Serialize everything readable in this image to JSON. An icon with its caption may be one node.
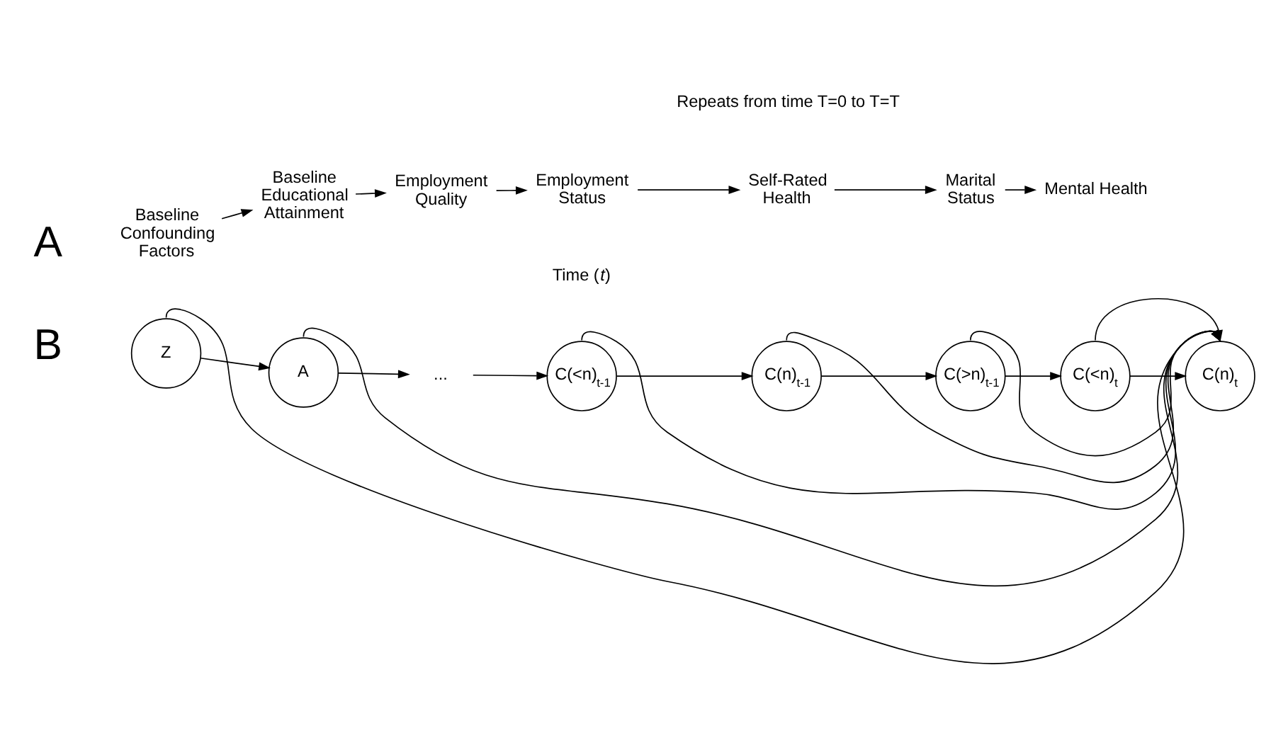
{
  "diagram": {
    "nodes": [
      {
        "text": [
          "Baseline Confounding Factors"
        ]
      },
      {
        "text": [
          "Baseline Educational Attainment"
        ]
      },
      {
        "text": [
          "Employment Quality"
        ]
      },
      {
        "text": [
          "Employment Status"
        ]
      },
      {
        "text": [
          "Self-Rated Health"
        ]
      },
      {
        "text": [
          "Marital Status"
        ]
      },
      {
        "text": [
          "Mental Health"
        ]
      },
      {
        "text": [
          "Z"
        ]
      },
      {
        "text": [
          "A"
        ]
      },
      {
        "text": [
          "..."
        ]
      },
      {
        "text": [
          "C(<n)$_{t-1}$"
        ]
      },
      {
        "text": [
          "C(n)$_{t-1}$"
        ]
      },
      {
        "text": [
          "C(>n)$_{t-1}$"
        ]
      },
      {
        "text": [
          "C(<n)$_{t}$"
        ]
      },
      {
        "text": [
          "C(n)$_{t}$"
        ]
      }
    ],
    "edges": [
      {
        "from": 0,
        "to": 1,
        "arrow": "to"
      },
      {
        "from": 1,
        "to": 2,
        "arrow": "to"
      },
      {
        "from": 2,
        "to": 3,
        "arrow": "to"
      },
      {
        "from": 3,
        "to": 4,
        "arrow": "to"
      },
      {
        "from": 4,
        "to": 5,
        "arrow": "to"
      },
      {
        "from": 5,
        "to": 6,
        "arrow": "to"
      },
      {
        "from": 7,
        "to": 8,
        "arrow": "to"
      },
      {
        "from": 8,
        "to": 9,
        "arrow": "to"
      },
      {
        "from": 9,
        "to": 10,
        "arrow": "to"
      },
      {
        "from": 10,
        "to": 11,
        "arrow": "to"
      },
      {
        "from": 11,
        "to": 12,
        "arrow": "to"
      },
      {
        "from": 12,
        "to": 13,
        "arrow": "to"
      },
      {
        "from": 13,
        "to": 14,
        "arrow": "to"
      },
      {
        "from": 7,
        "to": 14,
        "arrow": "to"
      },
      {
        "from": 8,
        "to": 14,
        "arrow": "to"
      },
      {
        "from": 10,
        "to": 14,
        "arrow": "to"
      },
      {
        "from": 11,
        "to": 14,
        "arrow": "to"
      },
      {
        "from": 12,
        "to": 14,
        "arrow": "to"
      },
      {
        "from": 13,
        "to": 14,
        "arrow": "to"
      }
    ],
    "labels": [
      "A",
      "Repeats from time T=0 to T=T",
      "Time (*t*)",
      "B"
    ]
  }
}
